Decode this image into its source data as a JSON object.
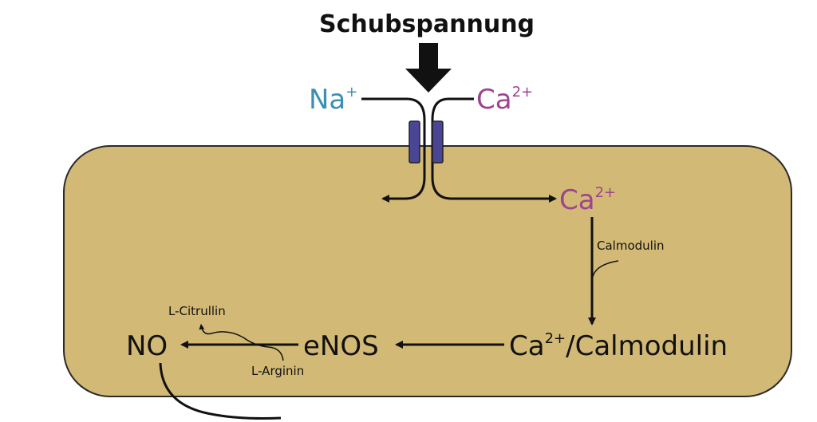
{
  "title": "Schubspannung",
  "ions": {
    "na": {
      "base": "Na",
      "sup": "+"
    },
    "ca_outside": {
      "base": "Ca",
      "sup": "2+"
    },
    "ca_inside": {
      "base": "Ca",
      "sup": "2+"
    }
  },
  "labels": {
    "calmodulin": "Calmodulin",
    "complex_base": "Ca",
    "complex_sup": "2+",
    "complex_rest": "/Calmodulin",
    "enos": "eNOS",
    "no": "NO",
    "l_citrullin": "L-Citrullin",
    "l_arginin": "L-Arginin"
  },
  "colors": {
    "cell_fill": "#d2b975",
    "cell_stroke": "#2a2a2a",
    "channel": "#4a4594",
    "na": "#3a8fb2",
    "ca": "#9d4392",
    "line": "#111111"
  }
}
